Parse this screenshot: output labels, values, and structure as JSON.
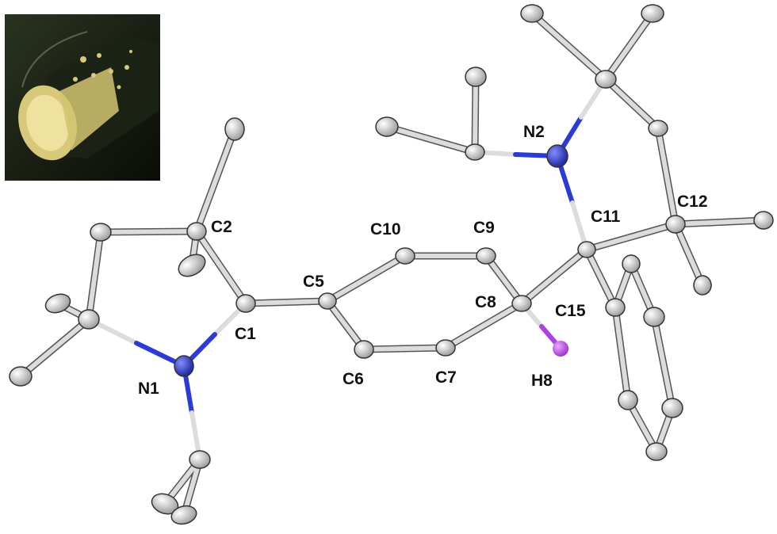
{
  "figure": {
    "colors": {
      "bond": "#cfcfcf",
      "bond_edge": "#555555",
      "nitrogen": "#2233cc",
      "hydrogen": "#b040e0",
      "carbon_fill": "#e2e2e2",
      "photo_bg": "#0e1209",
      "powder": "#d8c87a"
    },
    "inset_photo": {
      "description": "vial-with-yellow-powder"
    },
    "atom_labels": {
      "c1": "C1",
      "c2": "C2",
      "c5": "C5",
      "c6": "C6",
      "c7": "C7",
      "c8": "C8",
      "c9": "C9",
      "c10": "C10",
      "c11": "C11",
      "c12": "C12",
      "c15": "C15",
      "n1": "N1",
      "n2": "N2",
      "h8": "H8"
    }
  }
}
